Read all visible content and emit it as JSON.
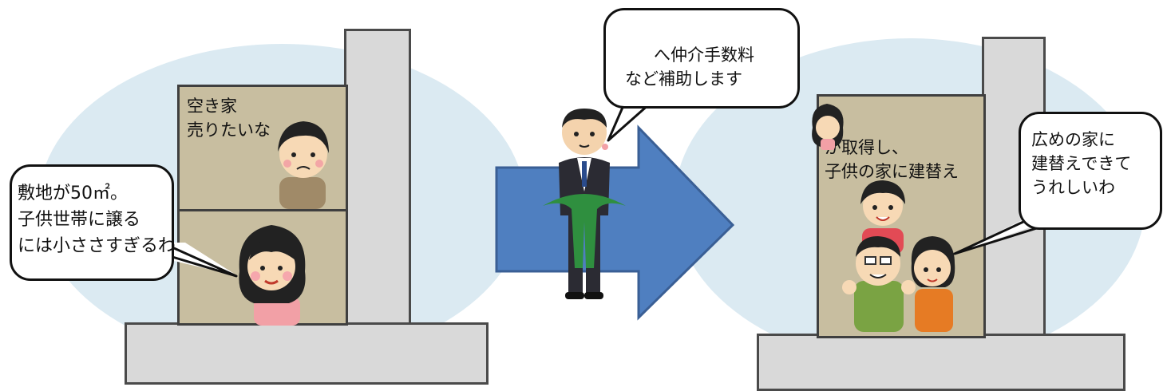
{
  "scene_left": {
    "room_top_text": "空き家\n売りたいな",
    "bubble_text": "敷地が50㎡。\n子供世帯に譲る\nには小ささすぎるわ"
  },
  "middle": {
    "bubble_text": "へ仲介手数料\nなど補助します"
  },
  "scene_right": {
    "room_text": "が取得し、\n子供の家に建替え",
    "bubble_text": "広めの家に\n建替えできて\nうれしいわ"
  },
  "colors": {
    "background_ellipse": "#dbeaf2",
    "building": "#d9d9d9",
    "room": "#c8bea0",
    "arrow": "#4f7fc0",
    "ribbon": "#2f8f3f"
  }
}
